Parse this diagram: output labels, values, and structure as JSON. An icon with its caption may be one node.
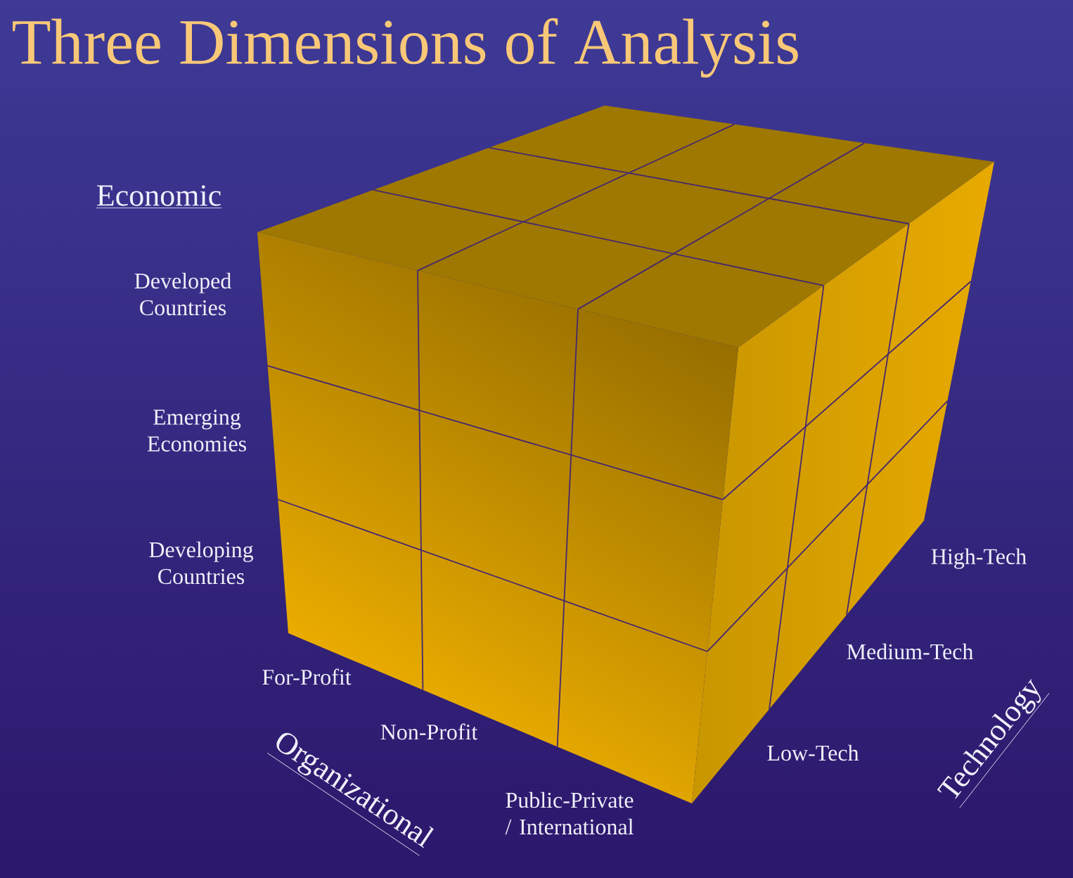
{
  "diagram": {
    "title": "Three Dimensions of Analysis",
    "labels": [
      "Economic",
      "Developed Countries",
      "Emerging Economies",
      "Developing Countries",
      "For-Profit",
      "Non-Profit",
      "Public-Private / International",
      "Low-Tech",
      "Medium-Tech",
      "High-Tech",
      "Organizational",
      "Technology"
    ]
  }
}
